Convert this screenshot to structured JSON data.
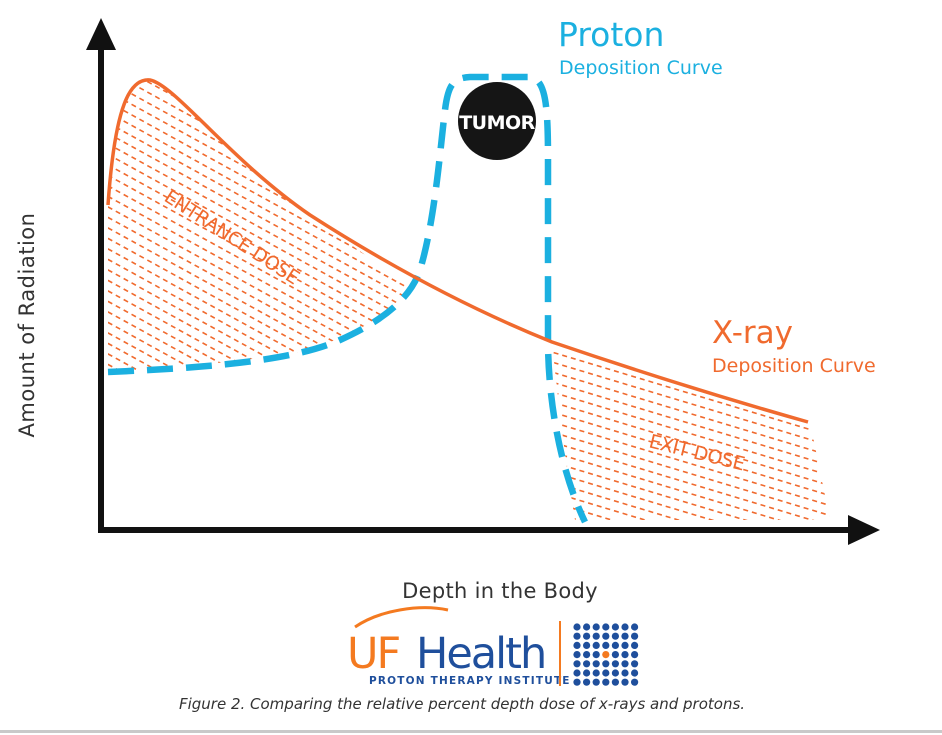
{
  "figure": {
    "y_axis_label": "Amount of Radiation",
    "x_axis_label": "Depth in the Body",
    "proton_title": "Proton",
    "proton_subtitle": "Deposition Curve",
    "xray_title": "X-ray",
    "xray_subtitle": "Deposition Curve",
    "tumor_label": "TUMOR",
    "entrance_label": "ENTRANCE DOSE",
    "exit_label": "EXIT DOSE",
    "caption": "Figure 2. Comparing the relative percent depth dose of x-rays and protons."
  },
  "logo": {
    "brand_uf": "UF",
    "brand_health": "Health",
    "institute": "PROTON THERAPY INSTITUTE"
  },
  "colors": {
    "xray": "#f06a2e",
    "proton": "#1bb0e0",
    "axis": "#111111",
    "uf_orange": "#f47a20",
    "uf_blue": "#1f4f9c",
    "tumor": "#151515"
  }
}
